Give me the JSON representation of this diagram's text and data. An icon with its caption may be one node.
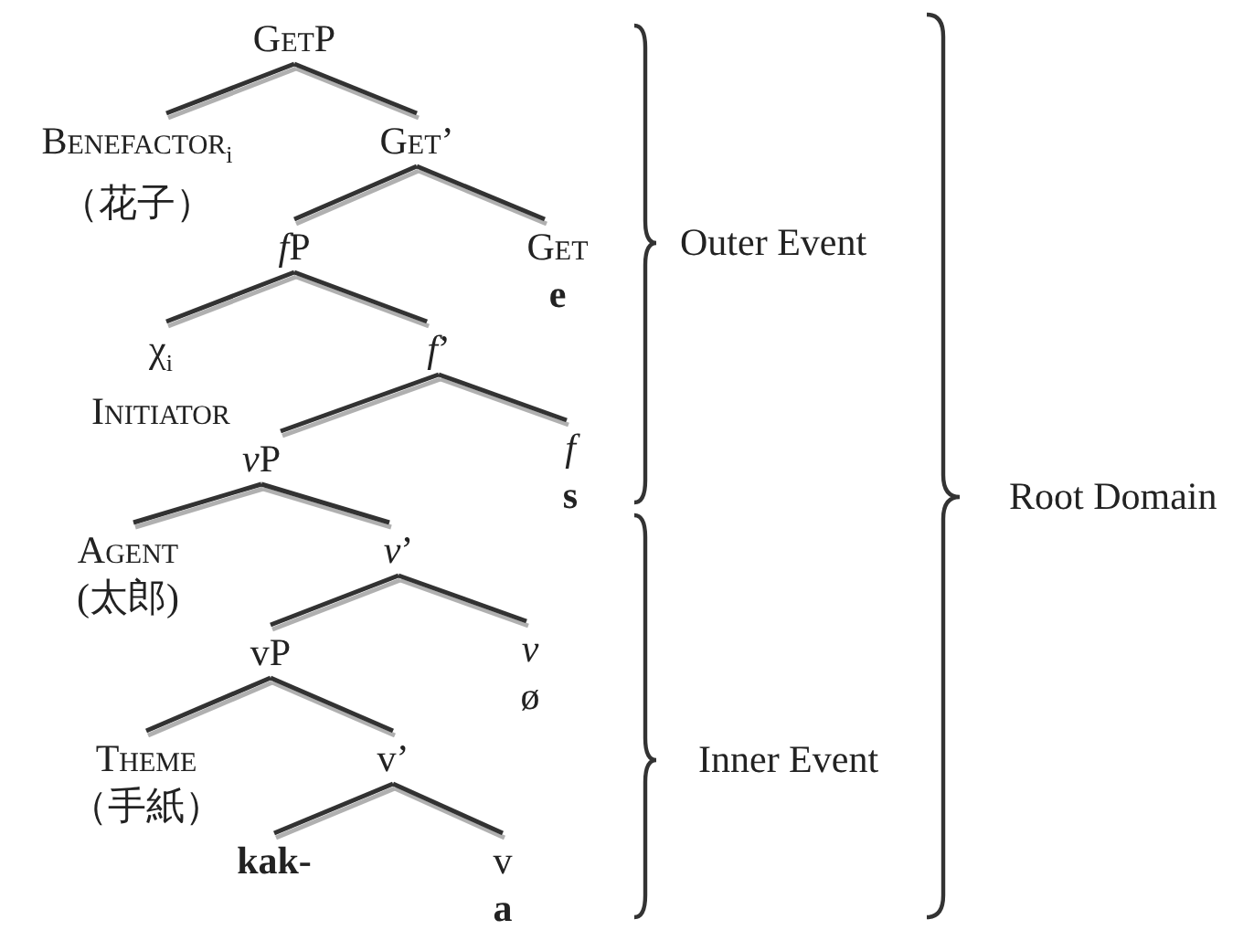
{
  "diagram": {
    "nodes": [
      {
        "text": [
          "GetP"
        ]
      },
      {
        "text": [
          "Benefactor$_{i}$",
          "（花子）"
        ]
      },
      {
        "text": [
          "Get’"
        ]
      },
      {
        "text": [
          "fP"
        ]
      },
      {
        "text": [
          "Get",
          "e"
        ]
      },
      {
        "text": [
          "χ$_{i}$",
          "Initiator"
        ]
      },
      {
        "text": [
          "f’"
        ]
      },
      {
        "text": [
          "f",
          "s"
        ]
      },
      {
        "text": [
          "vP"
        ]
      },
      {
        "text": [
          "Agent",
          "(太郎)"
        ]
      },
      {
        "text": [
          "v’"
        ]
      },
      {
        "text": [
          "v",
          "ø"
        ]
      },
      {
        "text": [
          "vP"
        ]
      },
      {
        "text": [
          "Theme",
          "（手紙）"
        ]
      },
      {
        "text": [
          "v’"
        ]
      },
      {
        "text": [
          "kak-"
        ]
      },
      {
        "text": [
          "v",
          "a"
        ]
      }
    ],
    "edges": [
      {
        "from": 0,
        "to": 1,
        "arrow": "none"
      },
      {
        "from": 0,
        "to": 2,
        "arrow": "none"
      },
      {
        "from": 2,
        "to": 3,
        "arrow": "none"
      },
      {
        "from": 2,
        "to": 4,
        "arrow": "none"
      },
      {
        "from": 3,
        "to": 5,
        "arrow": "none"
      },
      {
        "from": 3,
        "to": 6,
        "arrow": "none"
      },
      {
        "from": 6,
        "to": 8,
        "arrow": "none"
      },
      {
        "from": 6,
        "to": 7,
        "arrow": "none"
      },
      {
        "from": 8,
        "to": 9,
        "arrow": "none"
      },
      {
        "from": 8,
        "to": 10,
        "arrow": "none"
      },
      {
        "from": 10,
        "to": 12,
        "arrow": "none"
      },
      {
        "from": 10,
        "to": 11,
        "arrow": "none"
      },
      {
        "from": 12,
        "to": 13,
        "arrow": "none"
      },
      {
        "from": 12,
        "to": 14,
        "arrow": "none"
      },
      {
        "from": 14,
        "to": 15,
        "arrow": "none"
      },
      {
        "from": 14,
        "to": 16,
        "arrow": "none"
      }
    ],
    "labels": [
      "Outer Event",
      "Inner Event",
      "Root Domain"
    ]
  }
}
